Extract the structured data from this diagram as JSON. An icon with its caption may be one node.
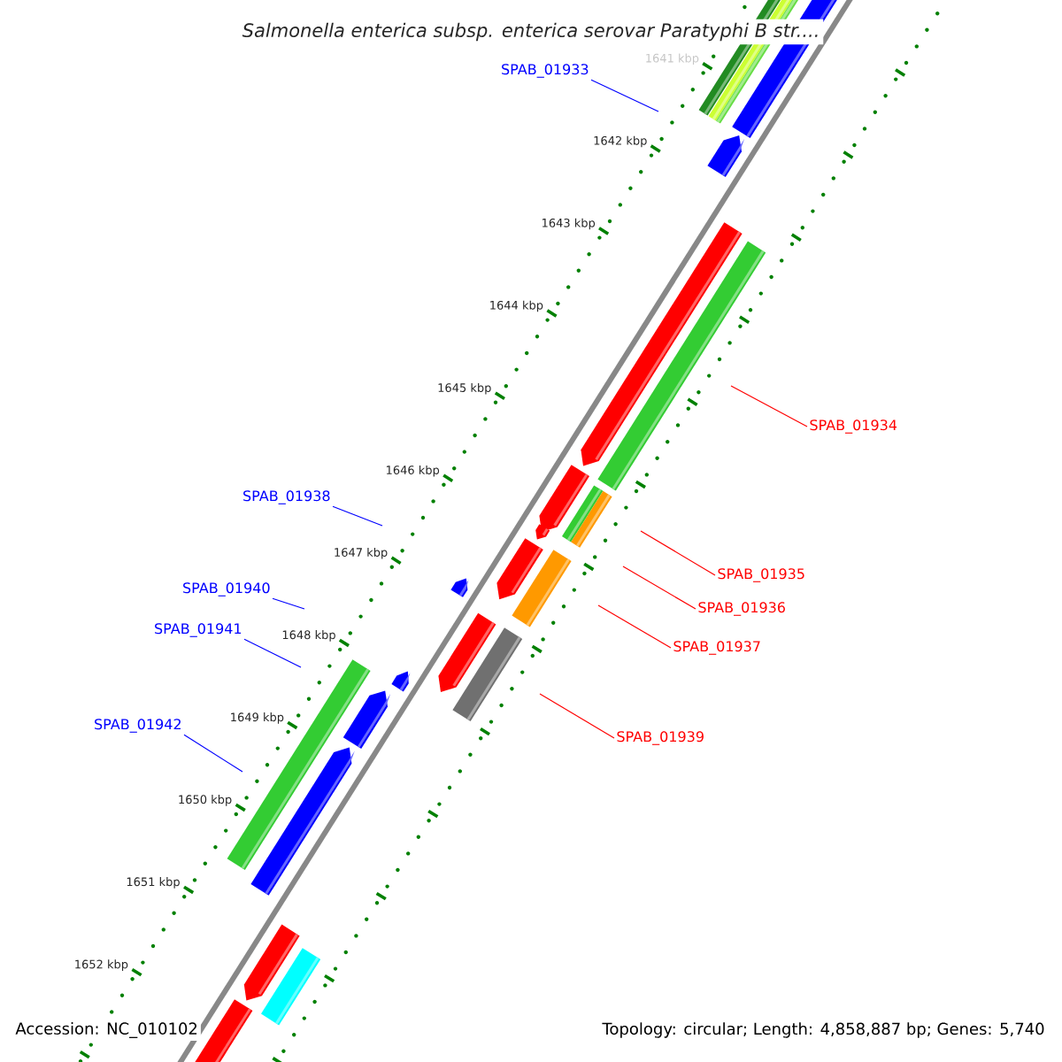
{
  "diagram": {
    "title": "Salmonella enterica subsp. enterica serovar Paratyphi B str....",
    "nodes": [
      {
        "text": [
          "SPAB_01933"
        ]
      },
      {
        "text": [
          "SPAB_01934"
        ]
      },
      {
        "text": [
          "SPAB_01938"
        ]
      },
      {
        "text": [
          "SPAB_01935"
        ]
      },
      {
        "text": [
          "SPAB_01940"
        ]
      },
      {
        "text": [
          "SPAB_01936"
        ]
      },
      {
        "text": [
          "SPAB_01941"
        ]
      },
      {
        "text": [
          "SPAB_01937"
        ]
      },
      {
        "text": [
          "SPAB_01942"
        ]
      },
      {
        "text": [
          "SPAB_01939"
        ]
      }
    ],
    "edges": [
      {
        "from": 0,
        "to": null,
        "arrow": "none",
        "color": "#0000ff"
      },
      {
        "from": 1,
        "to": null,
        "arrow": "none",
        "color": "#ff0000"
      },
      {
        "from": 2,
        "to": null,
        "arrow": "none",
        "color": "#0000ff"
      },
      {
        "from": 3,
        "to": null,
        "arrow": "none",
        "color": "#ff0000"
      },
      {
        "from": 4,
        "to": null,
        "arrow": "none",
        "color": "#0000ff"
      },
      {
        "from": 5,
        "to": null,
        "arrow": "none",
        "color": "#ff0000"
      },
      {
        "from": 6,
        "to": null,
        "arrow": "none",
        "color": "#0000ff"
      },
      {
        "from": 7,
        "to": null,
        "arrow": "none",
        "color": "#ff0000"
      },
      {
        "from": 8,
        "to": null,
        "arrow": "none",
        "color": "#0000ff"
      },
      {
        "from": 9,
        "to": null,
        "arrow": "none",
        "color": "#ff0000"
      }
    ],
    "labels": [
      "1641 kbp",
      "1642 kbp",
      "1643 kbp",
      "1644 kbp",
      "1645 kbp",
      "1646 kbp",
      "1647 kbp",
      "1648 kbp",
      "1649 kbp",
      "1650 kbp",
      "1651 kbp",
      "1652 kbp",
      "Accession: NC_010102",
      "Topology: circular; Length: 4,858,887 bp; Genes: 5,740"
    ]
  }
}
